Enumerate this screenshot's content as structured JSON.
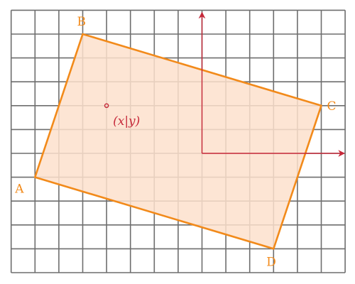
{
  "diagram": {
    "grid": {
      "x_range": [
        -8,
        6
      ],
      "y_range": [
        -5,
        6
      ],
      "spacing": 1,
      "color": "#6e6e6e"
    },
    "axes": {
      "color": "#c62839",
      "show": true
    },
    "rectangle": {
      "stroke_color": "#f28a1a",
      "fill_color": "#fde1cc",
      "vertices": [
        {
          "label": "A",
          "x": -7,
          "y": -1
        },
        {
          "label": "B",
          "x": -5,
          "y": 5
        },
        {
          "label": "C",
          "x": 5,
          "y": 2
        },
        {
          "label": "D",
          "x": 3,
          "y": -4
        }
      ]
    },
    "point": {
      "label": "(x|y)",
      "x": -4,
      "y": 2,
      "color": "#c62839"
    }
  }
}
